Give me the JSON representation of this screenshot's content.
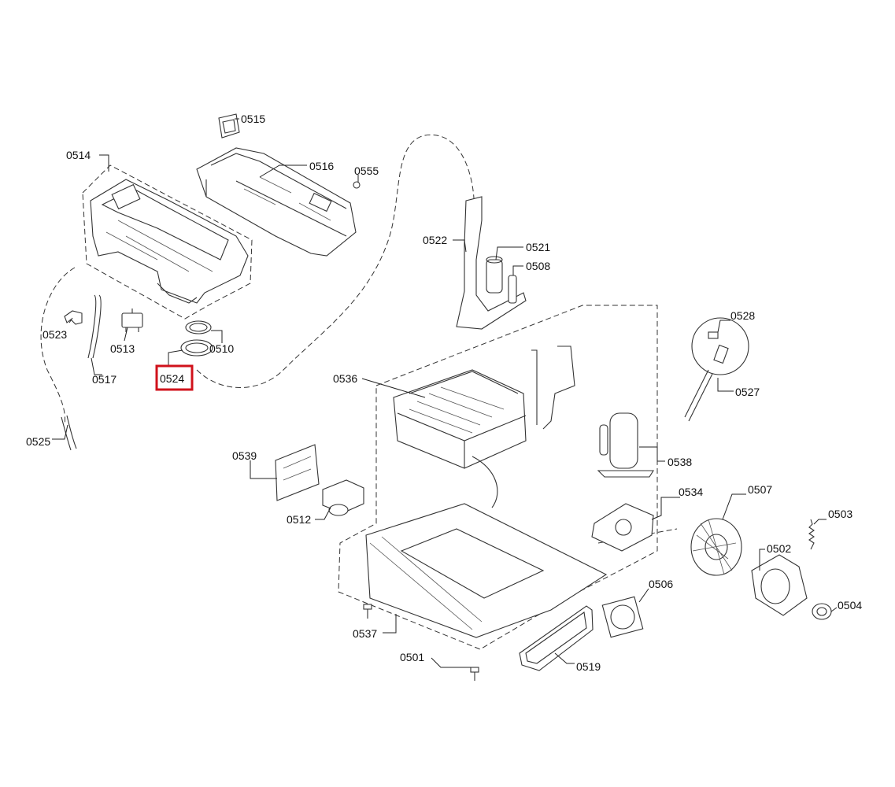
{
  "labels": {
    "p0501": "0501",
    "p0502": "0502",
    "p0503": "0503",
    "p0504": "0504",
    "p0506": "0506",
    "p0507": "0507",
    "p0508": "0508",
    "p0510": "0510",
    "p0512": "0512",
    "p0513": "0513",
    "p0514": "0514",
    "p0515": "0515",
    "p0516": "0516",
    "p0517": "0517",
    "p0519": "0519",
    "p0521": "0521",
    "p0522": "0522",
    "p0523": "0523",
    "p0524": "0524",
    "p0525": "0525",
    "p0527": "0527",
    "p0528": "0528",
    "p0534": "0534",
    "p0536": "0536",
    "p0537": "0537",
    "p0538": "0538",
    "p0539": "0539",
    "p0555": "0555"
  },
  "highlight": {
    "part": "0524",
    "color": "#d0121b"
  }
}
